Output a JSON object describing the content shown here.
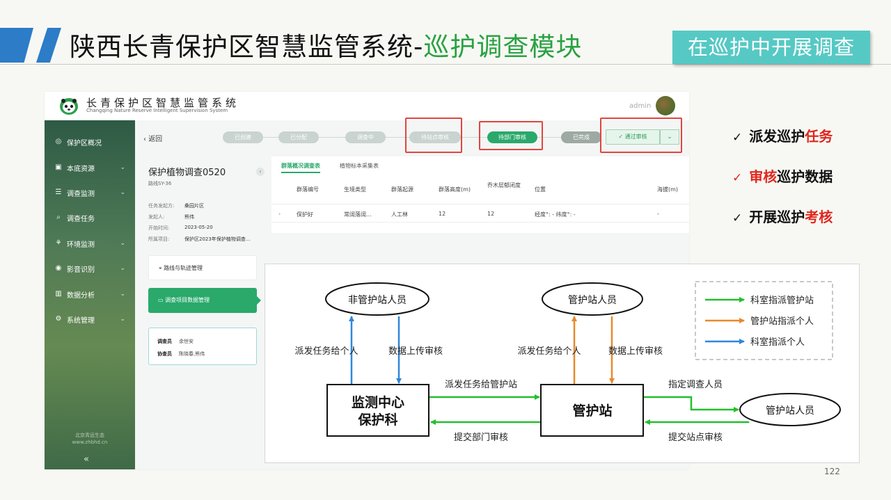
{
  "slide": {
    "title_main": "陕西长青保护区智慧监管系统-",
    "title_sub": "巡护调查模块",
    "badge": "在巡护中开展调查",
    "page_number": "122"
  },
  "checklist": [
    {
      "prefix": "派发巡护",
      "highlight": "任务",
      "suffix": ""
    },
    {
      "prefix": "",
      "highlight": "审核",
      "suffix": "巡护数据"
    },
    {
      "prefix": "开展巡护",
      "highlight": "考核",
      "suffix": ""
    }
  ],
  "app": {
    "title": "长青保护区智慧监管系统",
    "subtitle": "Changqing Nature Reserve Intelligent Supervision System",
    "user": "admin",
    "nav": [
      {
        "label": "保护区概况",
        "icon": "◎",
        "chev": ""
      },
      {
        "label": "本底资源",
        "icon": "▣",
        "chev": "⌄"
      },
      {
        "label": "调查监测",
        "icon": "☰",
        "chev": "⌄"
      },
      {
        "label": "调查任务",
        "icon": "⌕",
        "chev": ""
      },
      {
        "label": "环境监测",
        "icon": "⚘",
        "chev": "⌄"
      },
      {
        "label": "影音识别",
        "icon": "◉",
        "chev": "⌄"
      },
      {
        "label": "数据分析",
        "icon": "▥",
        "chev": "⌄"
      },
      {
        "label": "系统管理",
        "icon": "⚙",
        "chev": "⌄"
      }
    ],
    "footer_line1": "北京青远生态",
    "footer_line2": "www.zhbhd.cn",
    "collapse_glyph": "«",
    "back_label": "返回",
    "steps": [
      "已创建",
      "已分配",
      "调查中",
      "待站点审核",
      "待部门审核",
      "已完成"
    ],
    "approve_label": "✓  通过审核",
    "approve_dropdown": "⌄",
    "survey_title": "保护植物调查0520",
    "route_code": "路线SY-36",
    "info": [
      {
        "label": "任务发起方:",
        "value": "桑园片区"
      },
      {
        "label": "发起人:",
        "value": "熊伟"
      },
      {
        "label": "开始时间:",
        "value": "2023-05-20"
      },
      {
        "label": "所属项目:",
        "value": "保护区2023年保护植物调查..."
      }
    ],
    "card_route": "路线与轨迹管理",
    "card_data": "调查项目数据管理",
    "investigator_label": "调查员",
    "investigator": "余世安",
    "assistant_label": "协查员",
    "assistants": "陈晓春,熊伟",
    "tabs": [
      "群落概况调查表",
      "植物标本采集表"
    ],
    "table_headers": [
      "群落编号",
      "生境类型",
      "群落起源",
      "群落高度(m)",
      "乔木层郁闭度",
      "位置",
      "海拔(m)"
    ],
    "table_row": [
      "保护好",
      "常阔落阔...",
      "人工林",
      "12",
      "12",
      "经度°: -    纬度°: -",
      "-"
    ]
  },
  "diagram": {
    "node_non_staff": "非管护站人员",
    "node_staff_top": "管护站人员",
    "node_center_line1": "监测中心",
    "node_center_line2": "保护科",
    "node_station": "管护站",
    "node_staff_right": "管护站人员",
    "lbl_dispatch_individual_left": "派发任务给个人",
    "lbl_upload_left": "数据上传审核",
    "lbl_dispatch_individual_right": "派发任务给个人",
    "lbl_upload_right": "数据上传审核",
    "lbl_dispatch_station": "派发任务给管护站",
    "lbl_submit_dept": "提交部门审核",
    "lbl_assign_staff": "指定调查人员",
    "lbl_submit_station": "提交站点审核",
    "legend": [
      {
        "label": "科室指派管护站",
        "color": "#22c02a"
      },
      {
        "label": "管护站指派个人",
        "color": "#e8892a"
      },
      {
        "label": "科室指派个人",
        "color": "#2f86dc"
      }
    ]
  }
}
